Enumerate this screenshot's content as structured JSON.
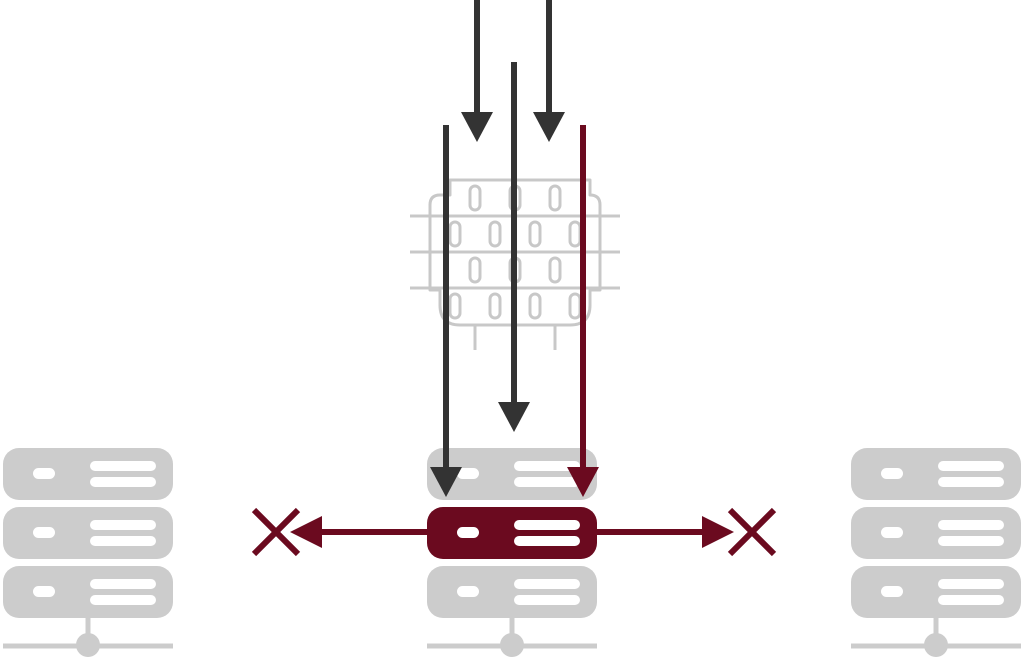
{
  "colors": {
    "inactive_gray": "#cccccc",
    "firewall_gray": "#c8c8c8",
    "traffic_dark": "#333333",
    "breach_accent": "#6b0a1f",
    "background": "#ffffff"
  },
  "icons": {
    "firewall": "brick-wall-icon",
    "server": "server-rack-icon",
    "traffic": "arrow-down-icon",
    "blocked": "x-mark-icon"
  },
  "diagram": {
    "servers": [
      {
        "id": "left",
        "status": "inactive"
      },
      {
        "id": "center",
        "status": "compromised",
        "compromised_unit": 2
      },
      {
        "id": "right",
        "status": "inactive"
      }
    ],
    "incoming_traffic": [
      {
        "id": "a",
        "blocked_by_firewall": true,
        "color": "dark"
      },
      {
        "id": "b",
        "blocked_by_firewall": true,
        "color": "dark"
      },
      {
        "id": "c",
        "passes_firewall": true,
        "color": "dark"
      },
      {
        "id": "d",
        "passes_firewall": true,
        "color": "dark"
      },
      {
        "id": "e",
        "passes_firewall": true,
        "color": "accent"
      }
    ],
    "lateral_movement": [
      {
        "direction": "left",
        "blocked": true
      },
      {
        "direction": "right",
        "blocked": true
      }
    ]
  }
}
